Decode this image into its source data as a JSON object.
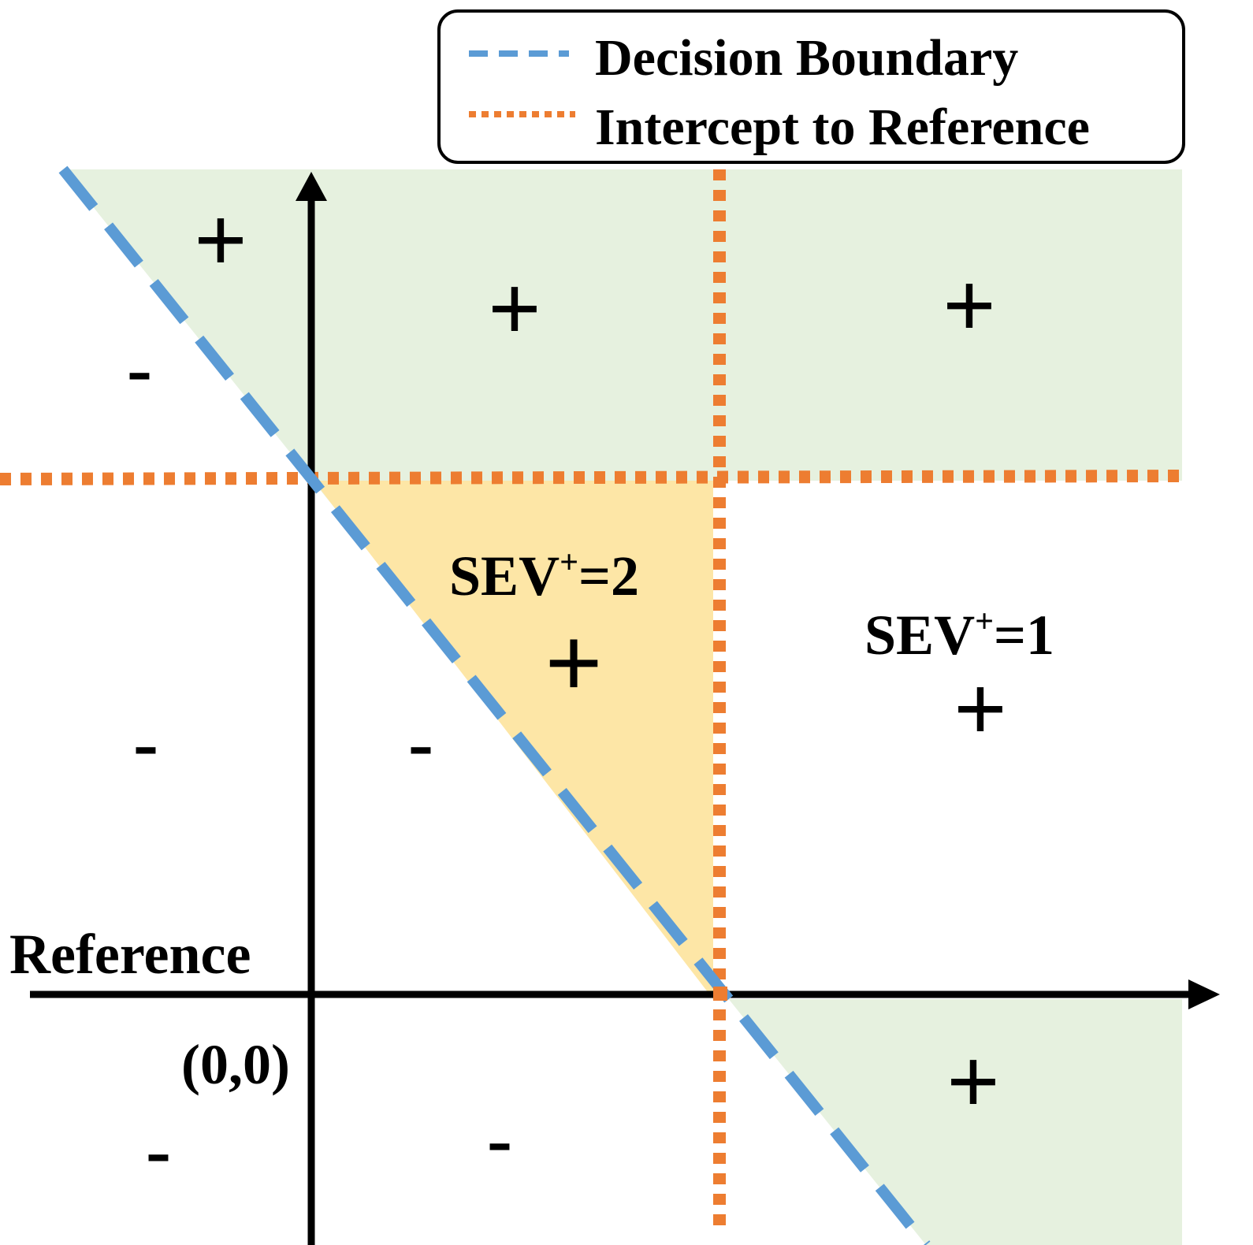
{
  "legend": {
    "items": [
      {
        "label": "Decision Boundary",
        "style": "dashed",
        "color": "#5b9bd5",
        "icon": "dashed-line-icon"
      },
      {
        "label": "Intercept to Reference",
        "style": "dotted",
        "color": "#ed7d31",
        "icon": "dotted-line-icon"
      }
    ]
  },
  "colors": {
    "positive_region": "#e6f1df",
    "sev2_region": "#fde6a6",
    "boundary": "#5b9bd5",
    "intercept": "#ed7d31",
    "axis": "#000000"
  },
  "labels": {
    "reference": "Reference",
    "origin": "(0,0)",
    "sev2_main": "SEV",
    "sev2_sup": "+",
    "sev2_value": "=2",
    "sev1_main": "SEV",
    "sev1_sup": "+",
    "sev1_value": "=1"
  },
  "markers": {
    "plus": "+",
    "minus": "-"
  }
}
